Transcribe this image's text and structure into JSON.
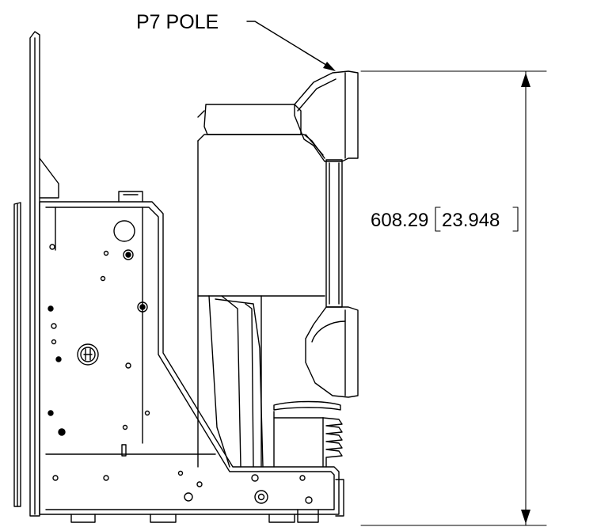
{
  "callout": {
    "label": "P7 POLE"
  },
  "dimension": {
    "metric": "608.29",
    "imperial": "23.948"
  }
}
